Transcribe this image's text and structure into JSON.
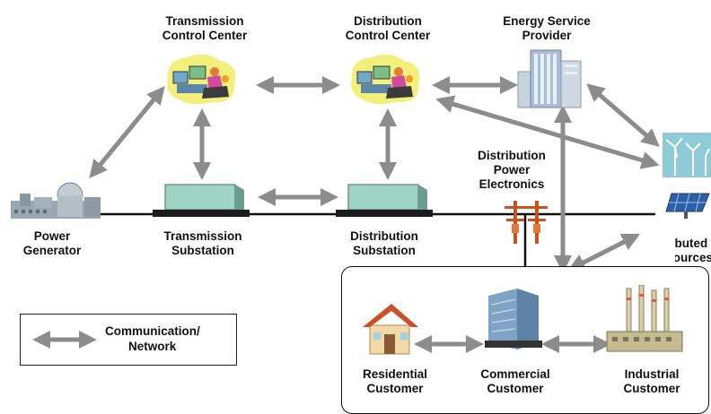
{
  "nodes": {
    "transmission_control_center": {
      "line1": "Transmission",
      "line2": "Control Center"
    },
    "distribution_control_center": {
      "line1": "Distribution",
      "line2": "Control Center"
    },
    "energy_service_provider": {
      "line1": "Energy Service",
      "line2": "Provider"
    },
    "power_generator": {
      "line1": "Power",
      "line2": "Generator"
    },
    "transmission_substation": {
      "line1": "Transmission",
      "line2": "Substation"
    },
    "distribution_substation": {
      "line1": "Distribution",
      "line2": "Substation"
    },
    "distribution_power_electronics": {
      "line1": "Distribution",
      "line2": "Power",
      "line3": "Electronics"
    },
    "distributed_resources": {
      "line1": "Distributed",
      "line2": "Resources"
    },
    "residential_customer": {
      "line1": "Residential",
      "line2": "Customer"
    },
    "commercial_customer": {
      "line1": "Commercial",
      "line2": "Customer"
    },
    "industrial_customer": {
      "line1": "Industrial",
      "line2": "Customer"
    }
  },
  "legend": {
    "line1": "Communication/",
    "line2": "Network"
  },
  "colors": {
    "arrow": "#8c8c8c",
    "power_line": "#111111",
    "substation": "#9fd3c4",
    "building": "#9fb4c8",
    "house_roof": "#c9502a"
  }
}
